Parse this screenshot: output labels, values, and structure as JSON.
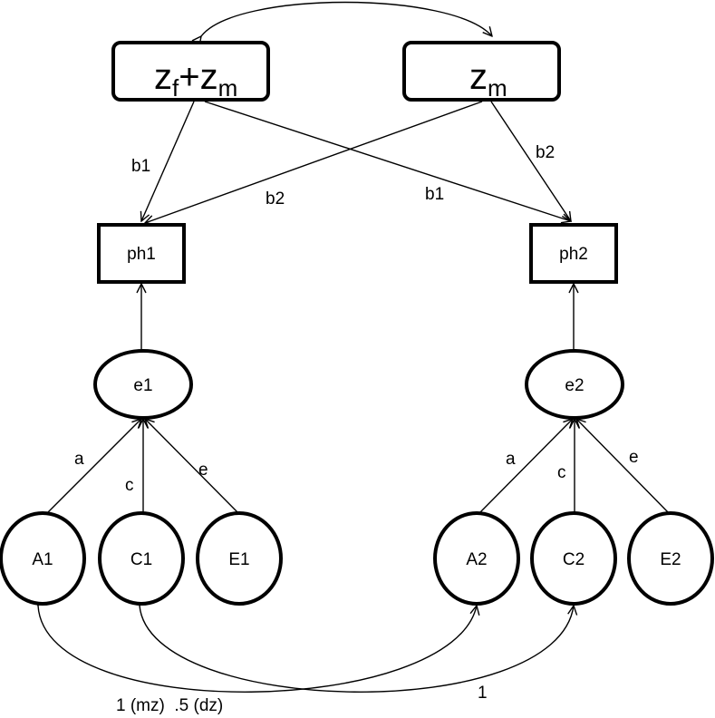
{
  "top_nodes": {
    "left": {
      "main1": "z",
      "sub1": "f",
      "plus": "+",
      "main2": "z",
      "sub2": "m"
    },
    "right": {
      "main": "z",
      "sub": "m"
    }
  },
  "phenotypes": {
    "left": "ph1",
    "right": "ph2"
  },
  "intermediates": {
    "left": "e1",
    "right": "e2"
  },
  "latents": {
    "left": [
      "A1",
      "C1",
      "E1"
    ],
    "right": [
      "A2",
      "C2",
      "E2"
    ]
  },
  "path_labels": {
    "b1_left": "b1",
    "b2_cross": "b2",
    "b1_cross": "b1",
    "b2_right": "b2",
    "a_left": "a",
    "c_left": "c",
    "e_left": "e",
    "a_right": "a",
    "c_right": "c",
    "e_right": "e"
  },
  "correlation_labels": {
    "A": "1 (mz)  .5 (dz)",
    "C": "1"
  }
}
